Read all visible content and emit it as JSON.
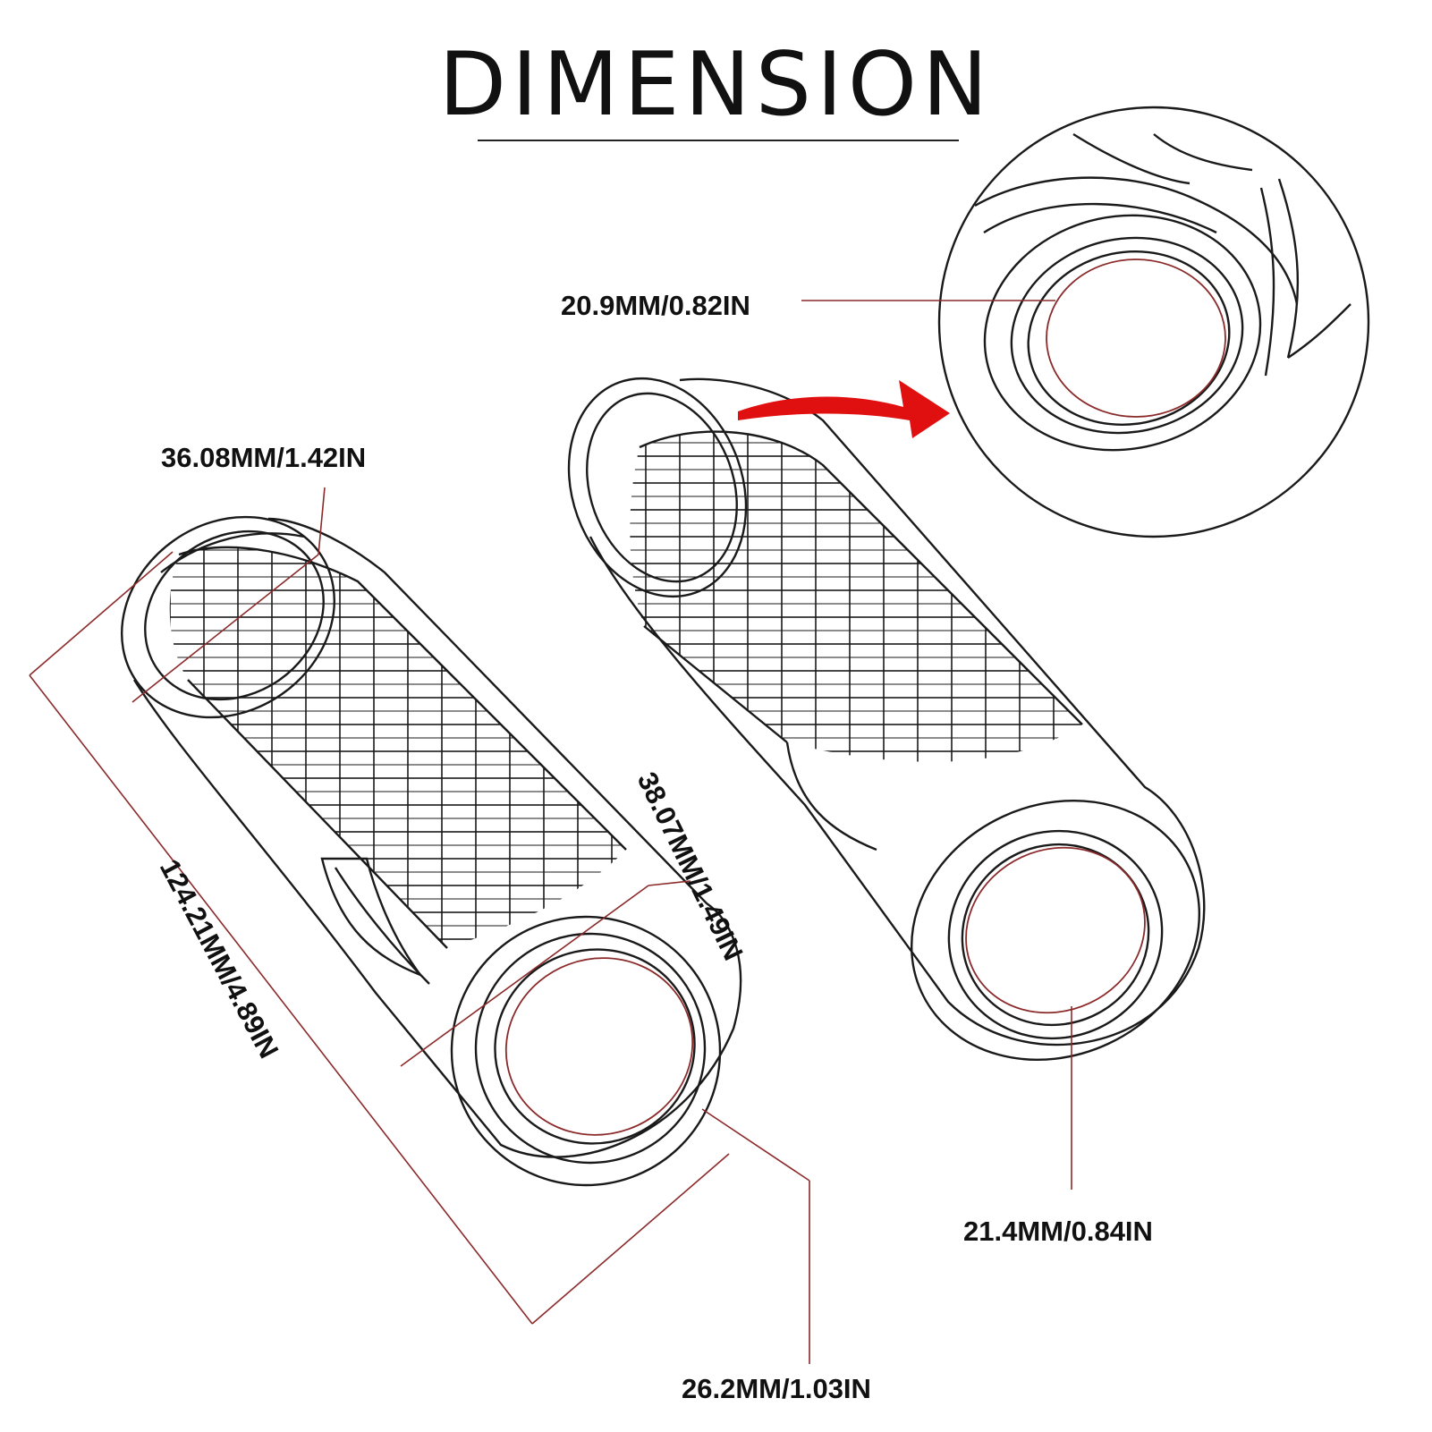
{
  "title": "DIMENSION",
  "colors": {
    "outline": "#1a1a1a",
    "leader": "#8b2a2a",
    "arrow": "#e01010",
    "background": "#ffffff"
  },
  "dimensions": {
    "inner_end_detail": "20.9MM/0.82IN",
    "end_outer_diameter": "36.08MM/1.42IN",
    "body_outer_diameter": "38.07MM/1.49IN",
    "overall_length": "124.21MM/4.89IN",
    "bore_left": "26.2MM/1.03IN",
    "bore_right": "21.4MM/0.84IN"
  }
}
